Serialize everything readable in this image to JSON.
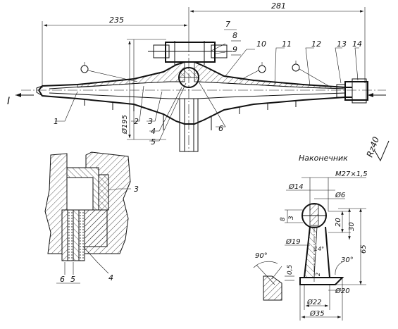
{
  "dims": {
    "d235": "235",
    "d281": "281",
    "d195": "Ø195",
    "rz": "Rz40",
    "m27": "M27×1,5",
    "d14": "Ø14",
    "d6": "Ø6",
    "d19": "Ø19",
    "d22": "Ø22",
    "d35": "Ø35",
    "d20": "Ø20",
    "a90": "90°",
    "a30": "30°",
    "a14": "14°",
    "h8": "8",
    "h3": "3",
    "h20": "20",
    "h30": "30",
    "h65": "65",
    "h05": "0,5",
    "h2": "2"
  },
  "callouts": {
    "c1": "1",
    "c2": "2",
    "c3": "3",
    "c4": "4",
    "c5": "5",
    "c6": "6",
    "c7": "7",
    "c8": "8",
    "c9": "9",
    "c10": "10",
    "c11": "11",
    "c12": "12",
    "c13": "13",
    "c14": "14",
    "section": "I"
  },
  "detail_callouts": {
    "d3": "3",
    "d4": "4",
    "d5": "5",
    "d6": "6"
  },
  "tip_title": "Наконечник"
}
